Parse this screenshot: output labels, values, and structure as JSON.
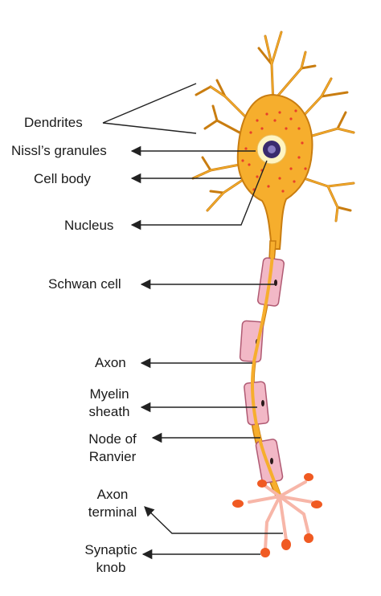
{
  "labels": {
    "dendrites": "Dendrites",
    "nissl": "Nissl’s granules",
    "cell_body": "Cell body",
    "nucleus": "Nucleus",
    "schwan": "Schwan cell",
    "axon": "Axon",
    "myelin_1": "Myelin",
    "myelin_2": "sheath",
    "node_1": "Node of",
    "node_2": "Ranvier",
    "terminal_1": "Axon",
    "terminal_2": "terminal",
    "synaptic_1": "Synaptic",
    "synaptic_2": "knob"
  },
  "colors": {
    "cell_body": "#f6ae2d",
    "cell_outline": "#c97d10",
    "nissl_dot": "#e8402a",
    "nucleus_fill": "#3a2a6e",
    "nucleus_halo": "#fff4c2",
    "myelin": "#f2b8c6",
    "myelin_outline": "#b05a73",
    "terminal_branch": "#f7b6a8",
    "synaptic_knob": "#f05a22",
    "arrow": "#222222"
  }
}
